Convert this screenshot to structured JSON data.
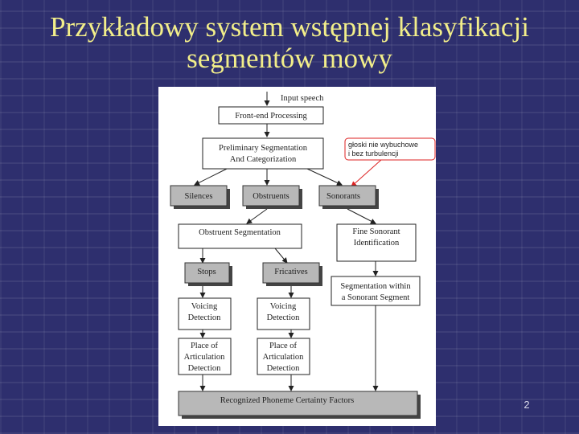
{
  "slide": {
    "title_line1": "Przykładowy system wstępnej klasyfikacji",
    "title_line2": "segmentów mowy",
    "page_number": "2"
  },
  "diagram": {
    "input_label": "Input speech",
    "front_end": "Front-end Processing",
    "prelim_line1": "Preliminary Segmentation",
    "prelim_line2": "And Categorization",
    "annotation_line1": "głoski nie wybuchowe",
    "annotation_line2": "i bez turbulencji",
    "silences": "Silences",
    "obstruents": "Obstruents",
    "sonorants": "Sonorants",
    "obstruent_segmentation": "Obstruent Segmentation",
    "fine_sonorant_line1": "Fine Sonorant",
    "fine_sonorant_line2": "Identification",
    "stops": "Stops",
    "fricatives": "Fricatives",
    "seg_within_line1": "Segmentation within",
    "seg_within_line2": "a Sonorant Segment",
    "voicing_line1": "Voicing",
    "voicing_line2": "Detection",
    "place_line1": "Place of",
    "place_line2": "Articulation",
    "place_line3": "Detection",
    "recognized": "Recognized Phoneme Certainty Factors"
  }
}
